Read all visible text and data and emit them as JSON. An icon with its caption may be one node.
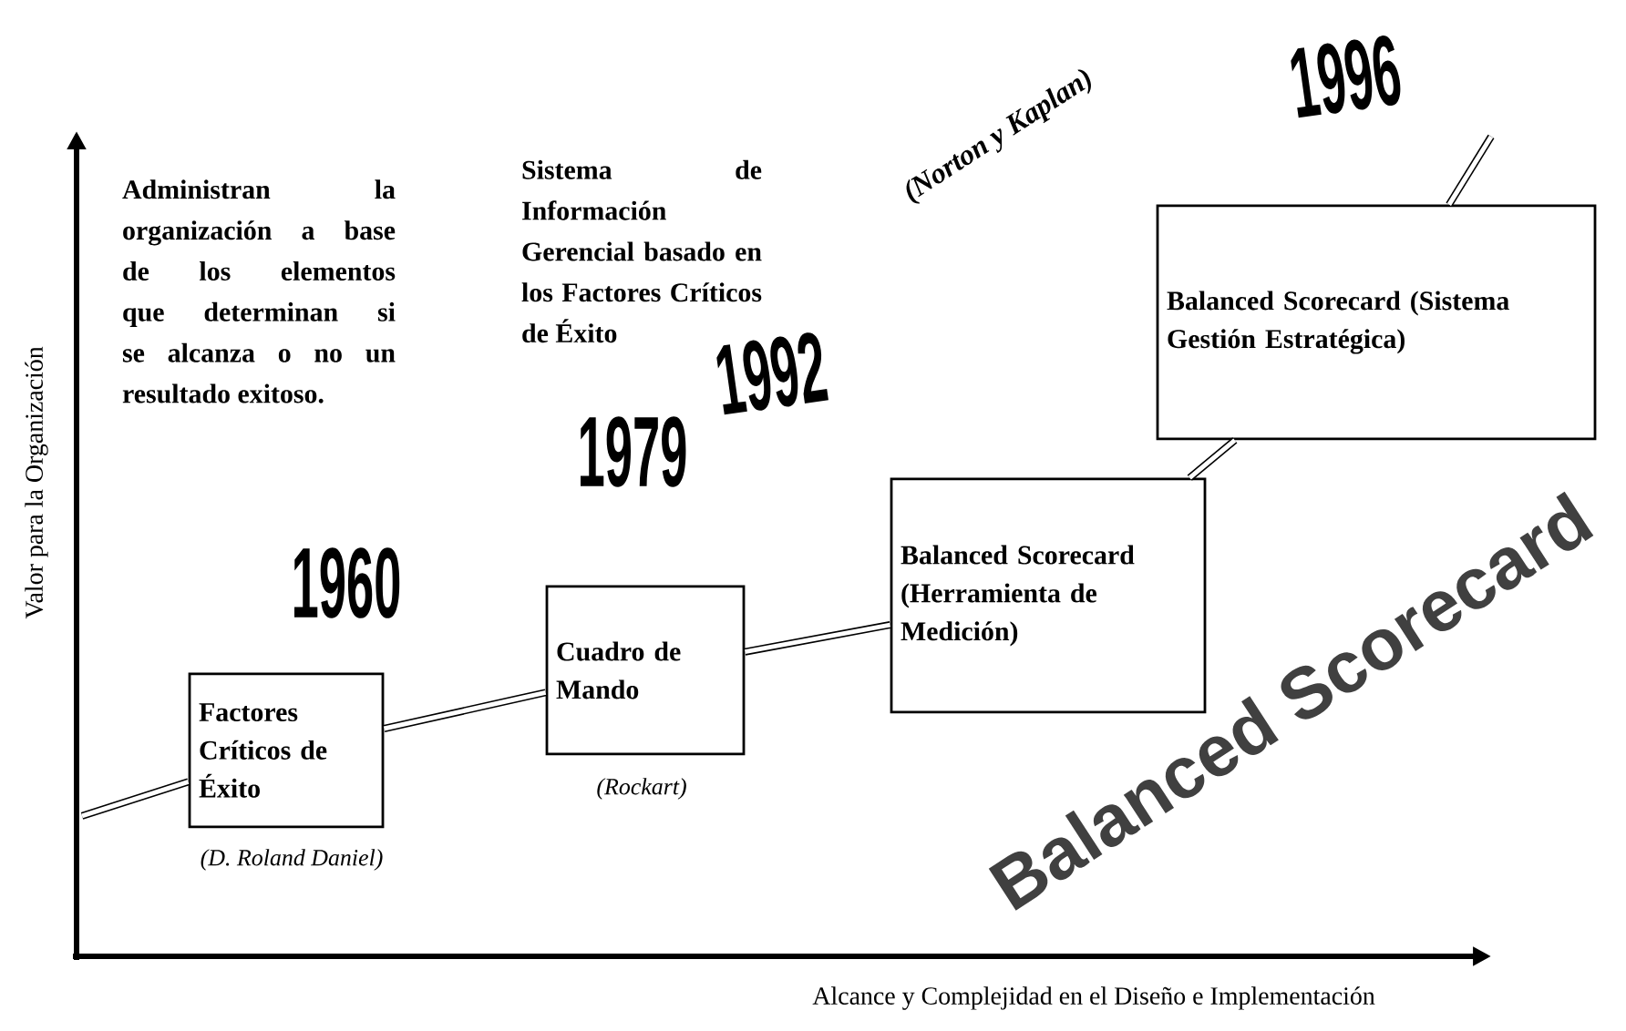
{
  "diagram": {
    "nodes": [
      {
        "text": [
          "Factores Críticos de Éxito"
        ],
        "beside": [
          "(D. Roland Daniel)"
        ]
      },
      {
        "text": [
          "Cuadro de Mando"
        ],
        "beside": [
          "(Rockart)"
        ]
      },
      {
        "text": [
          "Balanced Scorecard (Herramienta de Medición)"
        ]
      },
      {
        "text": [
          "Balanced Scorecard (Sistema Gestión Estratégica)"
        ]
      }
    ],
    "edges": [
      {
        "from": null,
        "to": 0,
        "arrow": "none"
      },
      {
        "from": 0,
        "to": 1,
        "arrow": "none"
      },
      {
        "from": 1,
        "to": 2,
        "arrow": "none"
      },
      {
        "from": 2,
        "to": 3,
        "arrow": "none"
      },
      {
        "from": 3,
        "to": null,
        "arrow": "none"
      }
    ],
    "labels": [
      "Administran la organización a base de los elementos que determinan si se alcanza o no un resultado exitoso.",
      "Sistema de Información Gerencial basado en los Factores Críticos de Éxito",
      "1960",
      "1979",
      "1992",
      "1996",
      "(Norton y Kaplan)",
      "Balanced Scorecard",
      "Valor para la Organización",
      "Alcance y Complejidad en el Diseño e Implementación"
    ]
  }
}
